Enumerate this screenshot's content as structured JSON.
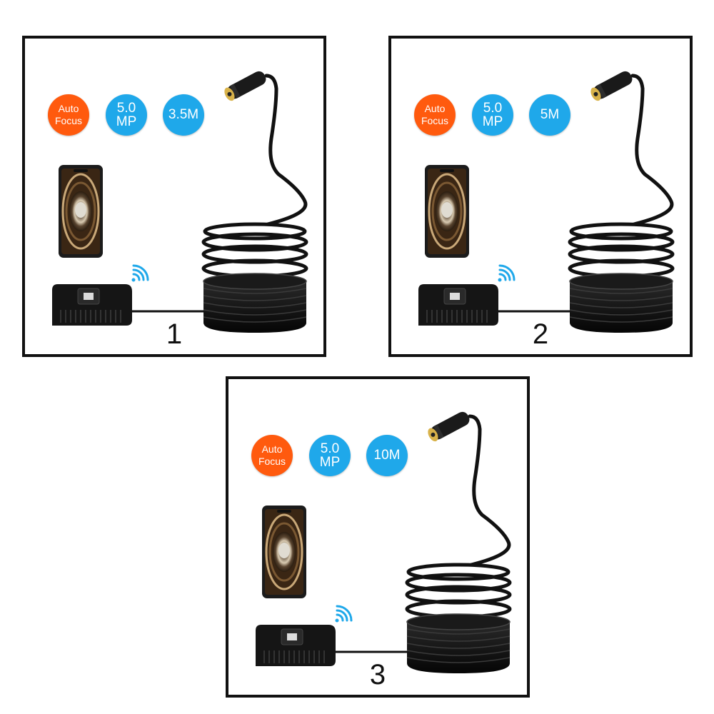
{
  "panels": [
    {
      "number": "1",
      "badges": {
        "autofocus": [
          "Auto",
          "Focus"
        ],
        "resolution": [
          "5.0",
          "MP"
        ],
        "length": "3.5M"
      }
    },
    {
      "number": "2",
      "badges": {
        "autofocus": [
          "Auto",
          "Focus"
        ],
        "resolution": [
          "5.0",
          "MP"
        ],
        "length": "5M"
      }
    },
    {
      "number": "3",
      "badges": {
        "autofocus": [
          "Auto",
          "Focus"
        ],
        "resolution": [
          "5.0",
          "MP"
        ],
        "length": "10M"
      }
    }
  ],
  "colors": {
    "badge_orange": "#ff5a0e",
    "badge_blue": "#1fa8ea",
    "cable": "#111111",
    "wifi": "#1fa8ea"
  }
}
